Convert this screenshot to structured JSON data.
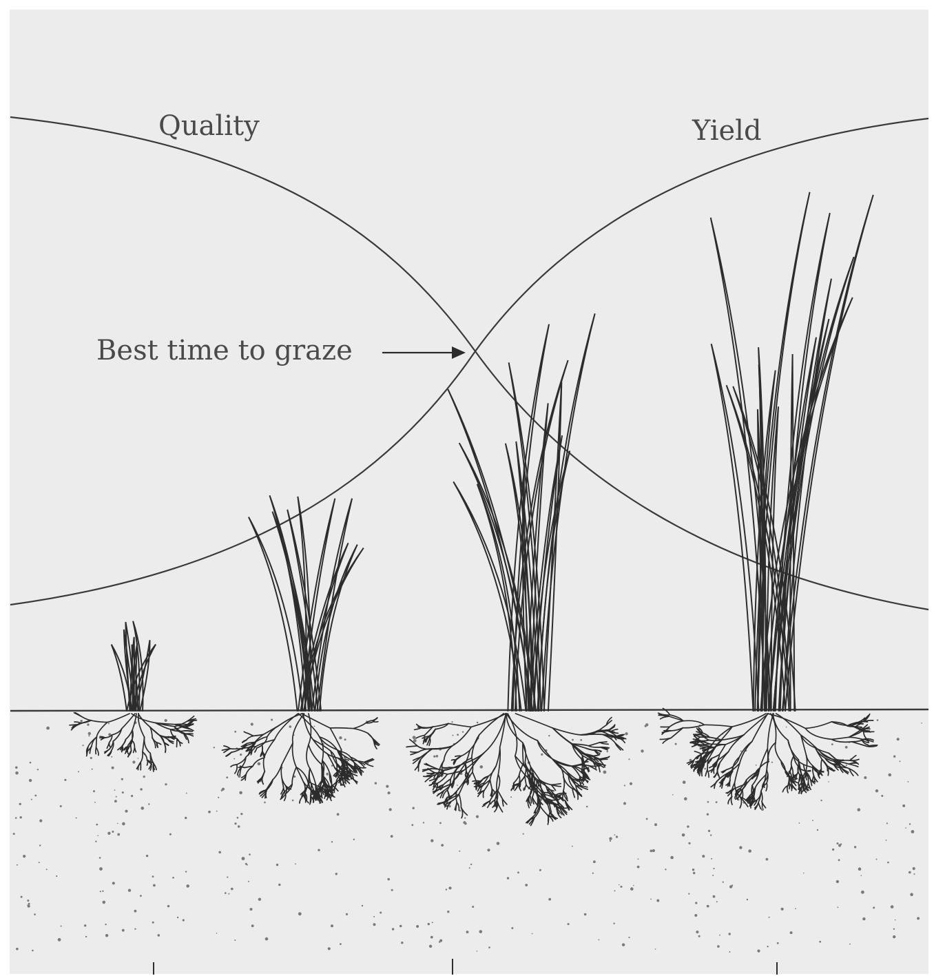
{
  "labels": {
    "quality": "Quality",
    "yield": "Yield",
    "best_time": "Best time to graze"
  },
  "colors": {
    "background": "#ececec",
    "ink": "#2c2c2c"
  }
}
